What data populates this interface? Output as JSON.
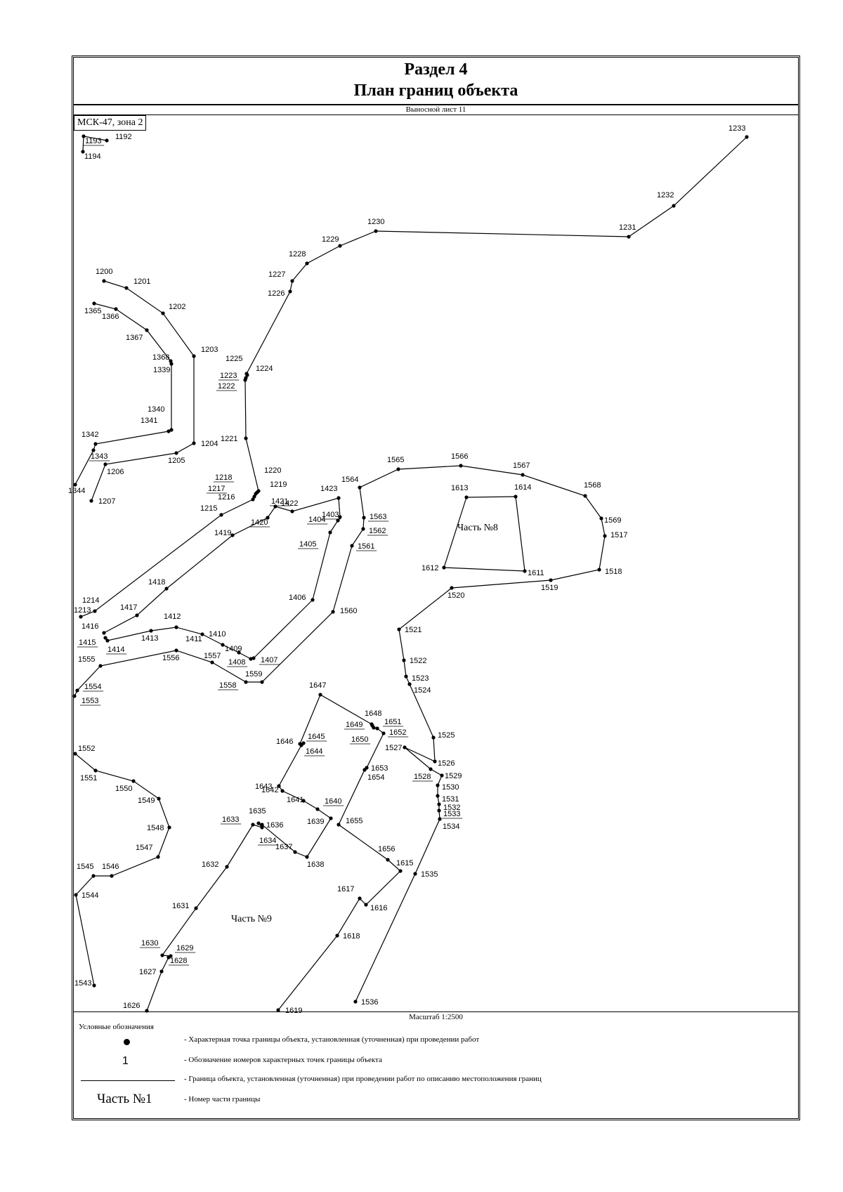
{
  "header": {
    "section": "Раздел 4",
    "title": "План границ объекта"
  },
  "sheet_label": "Выносной лист 11",
  "zone_label": "МСК-47, зона 2",
  "scale_label": "Масштаб 1:2500",
  "legend": {
    "title": "Условные обозначения",
    "sample_number": "1",
    "sample_part": "Часть №1",
    "items": [
      "- Характерная точка границы объекта, установленная (уточненная) при проведении работ",
      "- Обозначение номеров характерных точек границы объекта",
      "- Граница объекта, установленная (уточненная) при проведении работ по описанию местоположения границ",
      "- Номер части границы"
    ]
  },
  "parts": [
    {
      "label": "Часть №8"
    },
    {
      "label": "Часть №9"
    }
  ],
  "points": [
    {
      "id": "1192"
    },
    {
      "id": "1193"
    },
    {
      "id": "1194"
    },
    {
      "id": "1200"
    },
    {
      "id": "1201"
    },
    {
      "id": "1202"
    },
    {
      "id": "1203"
    },
    {
      "id": "1204"
    },
    {
      "id": "1205"
    },
    {
      "id": "1206"
    },
    {
      "id": "1207"
    },
    {
      "id": "1213"
    },
    {
      "id": "1214"
    },
    {
      "id": "1215"
    },
    {
      "id": "1216"
    },
    {
      "id": "1217"
    },
    {
      "id": "1218"
    },
    {
      "id": "1219"
    },
    {
      "id": "1220"
    },
    {
      "id": "1221"
    },
    {
      "id": "1222"
    },
    {
      "id": "1223"
    },
    {
      "id": "1224"
    },
    {
      "id": "1225"
    },
    {
      "id": "1226"
    },
    {
      "id": "1227"
    },
    {
      "id": "1228"
    },
    {
      "id": "1229"
    },
    {
      "id": "1230"
    },
    {
      "id": "1231"
    },
    {
      "id": "1232"
    },
    {
      "id": "1233"
    },
    {
      "id": "1339"
    },
    {
      "id": "1340"
    },
    {
      "id": "1341"
    },
    {
      "id": "1342"
    },
    {
      "id": "1343"
    },
    {
      "id": "1344"
    },
    {
      "id": "1365"
    },
    {
      "id": "1366"
    },
    {
      "id": "1367"
    },
    {
      "id": "1368"
    },
    {
      "id": "1403"
    },
    {
      "id": "1404"
    },
    {
      "id": "1405"
    },
    {
      "id": "1406"
    },
    {
      "id": "1407"
    },
    {
      "id": "1408"
    },
    {
      "id": "1409"
    },
    {
      "id": "1410"
    },
    {
      "id": "1411"
    },
    {
      "id": "1412"
    },
    {
      "id": "1413"
    },
    {
      "id": "1414"
    },
    {
      "id": "1415"
    },
    {
      "id": "1416"
    },
    {
      "id": "1417"
    },
    {
      "id": "1418"
    },
    {
      "id": "1419"
    },
    {
      "id": "1420"
    },
    {
      "id": "1421"
    },
    {
      "id": "1422"
    },
    {
      "id": "1423"
    },
    {
      "id": "1517"
    },
    {
      "id": "1518"
    },
    {
      "id": "1519"
    },
    {
      "id": "1520"
    },
    {
      "id": "1521"
    },
    {
      "id": "1522"
    },
    {
      "id": "1523"
    },
    {
      "id": "1524"
    },
    {
      "id": "1525"
    },
    {
      "id": "1526"
    },
    {
      "id": "1527"
    },
    {
      "id": "1528"
    },
    {
      "id": "1529"
    },
    {
      "id": "1530"
    },
    {
      "id": "1531"
    },
    {
      "id": "1532"
    },
    {
      "id": "1533"
    },
    {
      "id": "1534"
    },
    {
      "id": "1535"
    },
    {
      "id": "1536"
    },
    {
      "id": "1543"
    },
    {
      "id": "1544"
    },
    {
      "id": "1545"
    },
    {
      "id": "1546"
    },
    {
      "id": "1547"
    },
    {
      "id": "1548"
    },
    {
      "id": "1549"
    },
    {
      "id": "1550"
    },
    {
      "id": "1551"
    },
    {
      "id": "1552"
    },
    {
      "id": "1553"
    },
    {
      "id": "1554"
    },
    {
      "id": "1555"
    },
    {
      "id": "1556"
    },
    {
      "id": "1557"
    },
    {
      "id": "1558"
    },
    {
      "id": "1559"
    },
    {
      "id": "1560"
    },
    {
      "id": "1561"
    },
    {
      "id": "1562"
    },
    {
      "id": "1563"
    },
    {
      "id": "1564"
    },
    {
      "id": "1565"
    },
    {
      "id": "1566"
    },
    {
      "id": "1567"
    },
    {
      "id": "1568"
    },
    {
      "id": "1569"
    },
    {
      "id": "1611"
    },
    {
      "id": "1612"
    },
    {
      "id": "1613"
    },
    {
      "id": "1614"
    },
    {
      "id": "1615"
    },
    {
      "id": "1616"
    },
    {
      "id": "1617"
    },
    {
      "id": "1618"
    },
    {
      "id": "1619"
    },
    {
      "id": "1626"
    },
    {
      "id": "1627"
    },
    {
      "id": "1628"
    },
    {
      "id": "1629"
    },
    {
      "id": "1630"
    },
    {
      "id": "1631"
    },
    {
      "id": "1632"
    },
    {
      "id": "1633"
    },
    {
      "id": "1634"
    },
    {
      "id": "1635"
    },
    {
      "id": "1636"
    },
    {
      "id": "1637"
    },
    {
      "id": "1638"
    },
    {
      "id": "1639"
    },
    {
      "id": "1640"
    },
    {
      "id": "1641"
    },
    {
      "id": "1642"
    },
    {
      "id": "1643"
    },
    {
      "id": "1644"
    },
    {
      "id": "1645"
    },
    {
      "id": "1646"
    },
    {
      "id": "1647"
    },
    {
      "id": "1648"
    },
    {
      "id": "1649"
    },
    {
      "id": "1650"
    },
    {
      "id": "1651"
    },
    {
      "id": "1652"
    },
    {
      "id": "1653"
    },
    {
      "id": "1654"
    },
    {
      "id": "1655"
    },
    {
      "id": "1656"
    }
  ],
  "boundaries": [
    [
      "1192",
      "1193",
      "1194"
    ],
    [
      "1200",
      "1201",
      "1202",
      "1203",
      "1204",
      "1205",
      "1206",
      "1207"
    ],
    [
      "1213",
      "1214",
      "1215",
      "1216",
      "1217",
      "1218",
      "1219",
      "1220",
      "1221",
      "1222",
      "1223",
      "1224",
      "1225",
      "1226",
      "1227",
      "1228",
      "1229",
      "1230",
      "1231",
      "1232",
      "1233"
    ],
    [
      "1365",
      "1366",
      "1367",
      "1368",
      "1339",
      "1340",
      "1341",
      "1342",
      "1343",
      "1344"
    ],
    [
      "1416",
      "1417",
      "1418",
      "1419",
      "1420",
      "1421",
      "1422",
      "1423",
      "1403",
      "1404",
      "1405",
      "1406",
      "1407",
      "1408",
      "1409",
      "1410",
      "1411",
      "1412",
      "1413",
      "1414",
      "1415"
    ],
    [
      "1553",
      "1554",
      "1555",
      "1556",
      "1557",
      "1558",
      "1559",
      "1560",
      "1561",
      "1562",
      "1563",
      "1564",
      "1565",
      "1566",
      "1567",
      "1568",
      "1569",
      "1517",
      "1518",
      "1519",
      "1520",
      "1521",
      "1522",
      "1523",
      "1524",
      "1525",
      "1526",
      "1527",
      "1528",
      "1529",
      "1530",
      "1531",
      "1532",
      "1533",
      "1534",
      "1535",
      "1536"
    ],
    [
      "1613",
      "1614",
      "1611",
      "1612",
      "1613"
    ],
    [
      "1552",
      "1551",
      "1550",
      "1549",
      "1548",
      "1547",
      "1546",
      "1545",
      "1544",
      "1543"
    ],
    [
      "1626",
      "1627",
      "1628",
      "1629",
      "1630",
      "1631",
      "1632",
      "1633",
      "1634",
      "1635",
      "1636",
      "1637",
      "1638",
      "1639",
      "1640",
      "1641",
      "1642",
      "1643",
      "1644",
      "1645",
      "1646",
      "1647",
      "1648",
      "1649",
      "1650",
      "1651",
      "1652",
      "1653",
      "1654",
      "1655",
      "1656",
      "1615",
      "1616",
      "1617",
      "1618",
      "1619"
    ]
  ]
}
